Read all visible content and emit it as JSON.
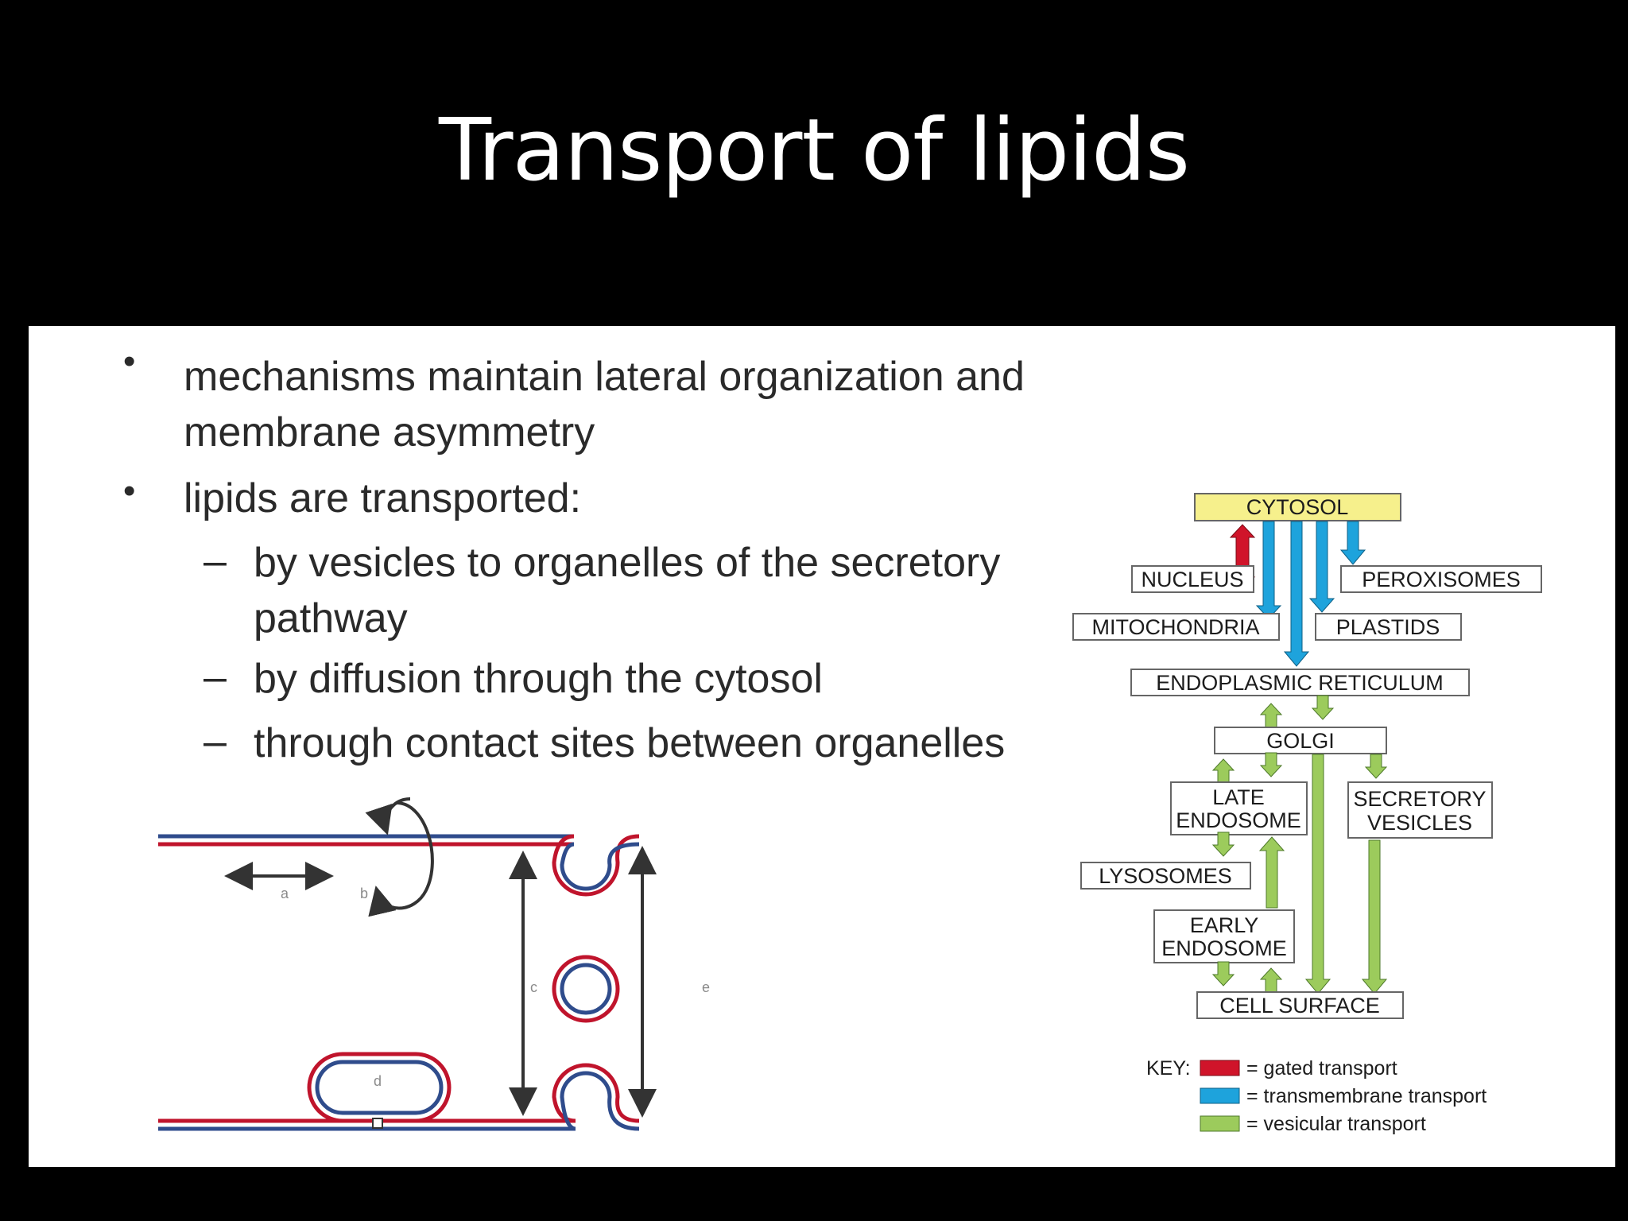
{
  "slide": {
    "title": "Transport of lipids"
  },
  "bullets": [
    {
      "lines": [
        "mechanisms maintain lateral organization and",
        "membrane asymmetry"
      ]
    },
    {
      "lines": [
        "lipids are transported:"
      ],
      "sub": [
        {
          "lines": [
            "by vesicles to organelles of the secretory",
            "pathway"
          ]
        },
        {
          "lines": [
            "by diffusion through the cytosol"
          ]
        },
        {
          "lines": [
            "through contact sites between organelles"
          ]
        }
      ]
    }
  ],
  "bullet_symbol": "•",
  "sub_symbol": "–",
  "membrane_diagram": {
    "labels": {
      "a": "a",
      "b": "b",
      "c": "c",
      "d": "d",
      "e": "e"
    },
    "colors": {
      "outer_leaflet": "#c0142c",
      "inner_leaflet": "#2f4c8c",
      "arrow": "#333333"
    }
  },
  "pathways_diagram": {
    "organelles": {
      "cytosol": "CYTOSOL",
      "nucleus": "NUCLEUS",
      "peroxisomes": "PEROXISOMES",
      "mitochondria": "MITOCHONDRIA",
      "plastids": "PLASTIDS",
      "er": "ENDOPLASMIC RETICULUM",
      "golgi": "GOLGI",
      "late_endosome": [
        "LATE",
        "ENDOSOME"
      ],
      "secretory_vesicles": [
        "SECRETORY",
        "VESICLES"
      ],
      "lysosomes": "LYSOSOMES",
      "early_endosome": [
        "EARLY",
        "ENDOSOME"
      ],
      "cell_surface": "CELL SURFACE"
    },
    "key": {
      "title": "KEY:",
      "gated": "= gated transport",
      "transmembrane": "= transmembrane transport",
      "vesicular": "= vesicular transport"
    },
    "colors": {
      "cytosol_fill": "#f6f08c",
      "gated": "#d0142a",
      "transmembrane": "#1ea3dc",
      "vesicular": "#9ccb5c",
      "box_border": "#666666"
    }
  }
}
